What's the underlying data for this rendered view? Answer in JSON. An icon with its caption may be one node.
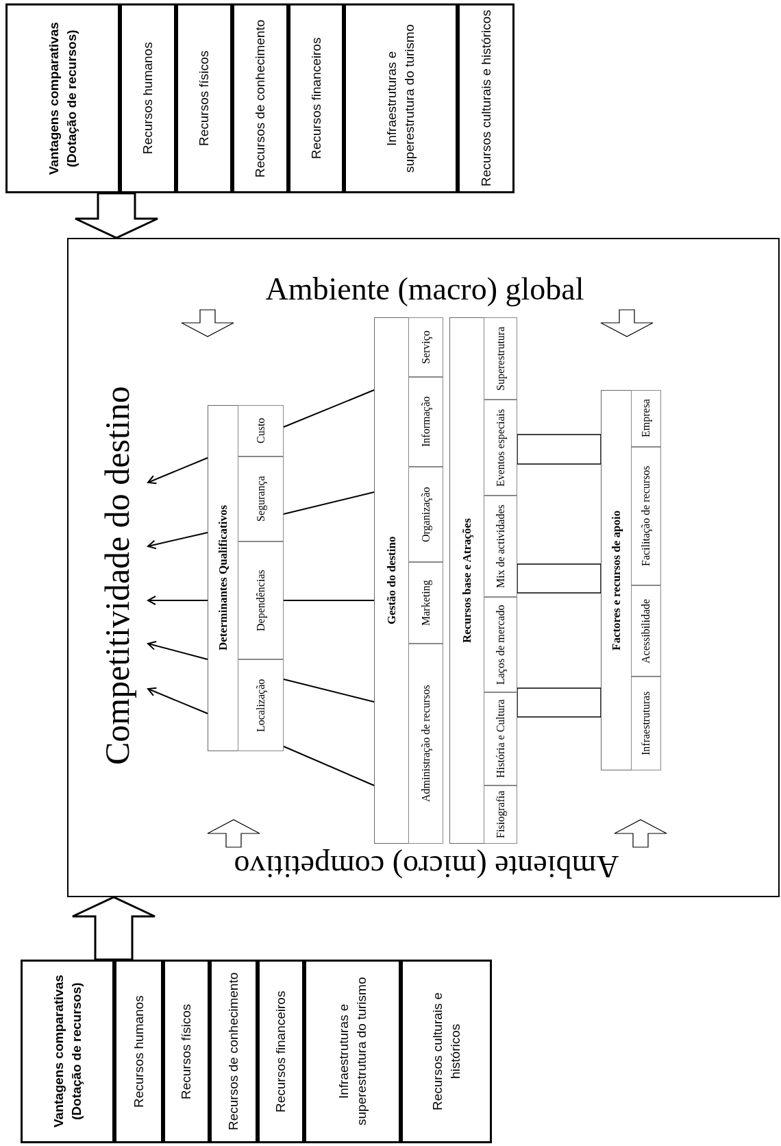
{
  "diagram": {
    "nodes": [
      {
        "text": [],
        "shape": "box"
      },
      {
        "text": [
          "Vantagens comparativas (Dotação de recursos)"
        ],
        "in": 0
      },
      {
        "text": [
          "Recursos humanos"
        ],
        "in": 0
      },
      {
        "text": [
          "Recursos físicos"
        ],
        "in": 0
      },
      {
        "text": [
          "Recursos de conhecimento"
        ],
        "in": 0
      },
      {
        "text": [
          "Recursos financeiros"
        ],
        "in": 0
      },
      {
        "text": [
          "Infraestruturas e superestrutura do turismo"
        ],
        "in": 0
      },
      {
        "text": [
          "Recursos culturais e históricos"
        ],
        "in": 0
      },
      {
        "text": [
          "Ambiente (macro) global",
          "Ambiente (micro) competitivo"
        ]
      },
      {
        "text": [
          "Competitividade do destino"
        ],
        "in": 8
      },
      {
        "text": [
          "Determinantes Qualificativos"
        ],
        "in": 8
      },
      {
        "text": [
          "Localização"
        ],
        "in": 10
      },
      {
        "text": [
          "Dependências"
        ],
        "in": 10
      },
      {
        "text": [
          "Segurança"
        ],
        "in": 10
      },
      {
        "text": [
          "Custo"
        ],
        "in": 10
      },
      {
        "text": [
          "Gestão do destino"
        ],
        "in": 8
      },
      {
        "text": [
          "Administração de recursos"
        ],
        "in": 15
      },
      {
        "text": [
          "Marketing"
        ],
        "in": 15
      },
      {
        "text": [
          "Organização"
        ],
        "in": 15
      },
      {
        "text": [
          "Informação"
        ],
        "in": 15
      },
      {
        "text": [
          "Serviço"
        ],
        "in": 15
      },
      {
        "text": [
          "Recursos base e Atrações"
        ],
        "in": 8
      },
      {
        "text": [
          "Fisiografia"
        ],
        "in": 21
      },
      {
        "text": [
          "História e Cultura"
        ],
        "in": 21
      },
      {
        "text": [
          "Laços de mercado"
        ],
        "in": 21
      },
      {
        "text": [
          "Mix de actividades"
        ],
        "in": 21
      },
      {
        "text": [
          "Eventos especiais"
        ],
        "in": 21
      },
      {
        "text": [
          "Superestrutura"
        ],
        "in": 21
      },
      {
        "text": [
          "Factores e recursos de apoio"
        ],
        "in": 8
      },
      {
        "text": [
          "Infraestruturas"
        ],
        "in": 28
      },
      {
        "text": [
          "Acessibilidade"
        ],
        "in": 28
      },
      {
        "text": [
          "Facilitação de recursos"
        ],
        "in": 28
      },
      {
        "text": [
          "Empresa"
        ],
        "in": 28
      },
      {
        "text": [],
        "shape": "box"
      },
      {
        "text": [
          "Vantagens comparativas (Dotação de recursos)"
        ],
        "in": 33
      },
      {
        "text": [
          "Recursos humanos"
        ],
        "in": 33
      },
      {
        "text": [
          "Recursos físicos"
        ],
        "in": 33
      },
      {
        "text": [
          "Recursos de conhecimento"
        ],
        "in": 33
      },
      {
        "text": [
          "Recursos financeiros"
        ],
        "in": 33
      },
      {
        "text": [
          "Infraestruturas e superestrutura do turismo"
        ],
        "in": 33
      },
      {
        "text": [
          "Recursos culturais e históricos"
        ],
        "in": 33
      }
    ],
    "edges": [
      {
        "from": 0,
        "to": 8,
        "arrow": "to"
      },
      {
        "from": 33,
        "to": 8,
        "arrow": "to"
      },
      {
        "from": 10,
        "to": 9,
        "arrow": "to"
      },
      {
        "from": 10,
        "to": 9,
        "arrow": "to"
      },
      {
        "from": 10,
        "to": 9,
        "arrow": "to"
      },
      {
        "from": 10,
        "to": 9,
        "arrow": "to"
      },
      {
        "from": 10,
        "to": 9,
        "arrow": "to"
      },
      {
        "from": 15,
        "to": 14,
        "arrow": "none"
      },
      {
        "from": 15,
        "to": 13,
        "arrow": "none"
      },
      {
        "from": 15,
        "to": 12,
        "arrow": "none"
      },
      {
        "from": 15,
        "to": 11,
        "arrow": "none"
      },
      {
        "from": 15,
        "to": 11,
        "arrow": "none"
      },
      {
        "from": 26,
        "to": 28,
        "arrow": "none"
      },
      {
        "from": 25,
        "to": 28,
        "arrow": "none"
      },
      {
        "from": 23,
        "to": 28,
        "arrow": "none"
      }
    ]
  }
}
